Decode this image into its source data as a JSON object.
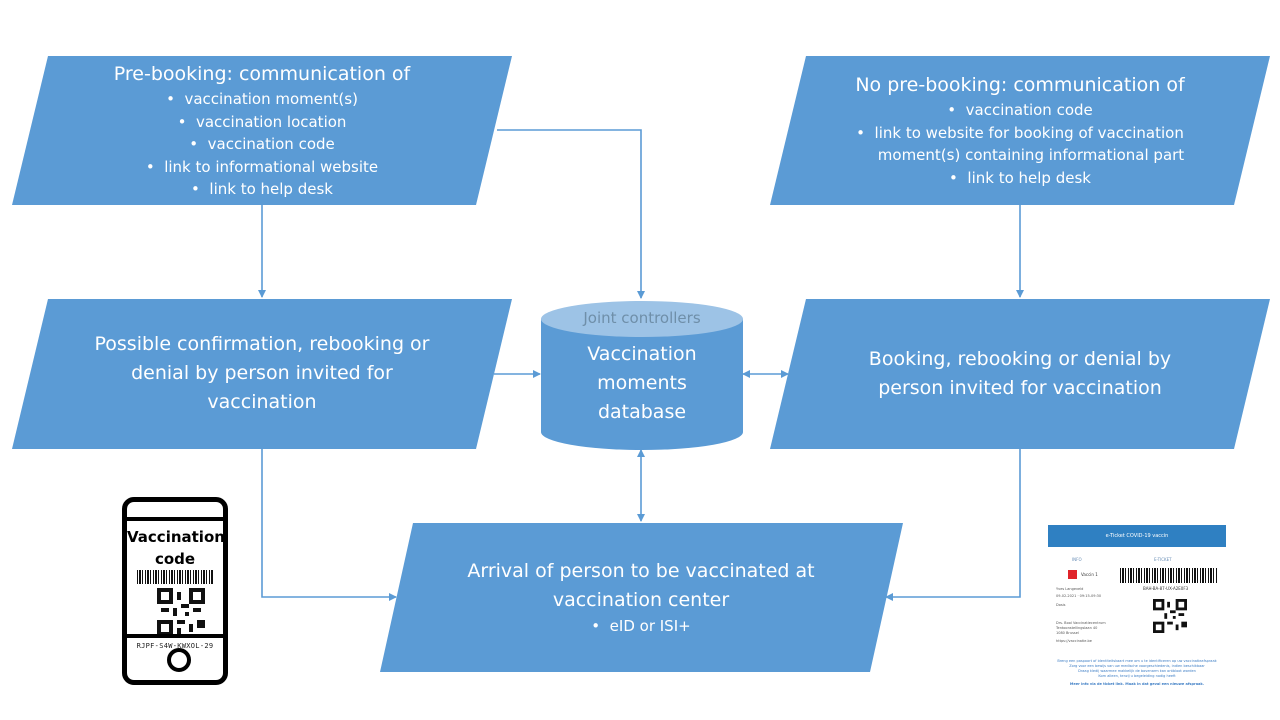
{
  "colors": {
    "shape_fill": "#5b9bd5",
    "connector": "#5b9bd5",
    "db_top": "#9dc3e6"
  },
  "prebooking": {
    "title": "Pre-booking: communication of",
    "items": [
      "vaccination moment(s)",
      "vaccination location",
      "vaccination code",
      "link to informational website",
      "link to help desk"
    ]
  },
  "noprebooking": {
    "title": "No pre-booking: communication of",
    "items": [
      "vaccination code",
      "link to website for booking of vaccination",
      "link to help desk"
    ],
    "item2_continuation": "moment(s) containing informational part"
  },
  "confirmation": {
    "lines": [
      "Possible confirmation, rebooking or",
      "denial by person invited for",
      "vaccination"
    ]
  },
  "booking": {
    "lines": [
      "Booking, rebooking or denial by",
      "person invited for vaccination"
    ]
  },
  "database": {
    "top_label": "Joint controllers",
    "lines": [
      "Vaccination",
      "moments",
      "database"
    ]
  },
  "arrival": {
    "lines": [
      "Arrival of person to be vaccinated at",
      "vaccination center"
    ],
    "items": [
      "eID or ISI+"
    ]
  },
  "phone": {
    "title_lines": [
      "Vaccination",
      "code"
    ],
    "code_text": "RJPF-S4W-KWXOL-29",
    "icon": "smartphone-icon"
  },
  "ticket": {
    "header": "e-Ticket COVID-19 vaccin",
    "info_label": "INFO",
    "eticket_label": "E-TICKET",
    "vaccine_name": "Vaccin 1",
    "barcode_number": "BAH-BA-87-UX-A2E0F3",
    "details": [
      "Yves Langeveld",
      "09-02-2021 · 09:15-09:30",
      "Dosis",
      "Drs. Bool Vaccinatiecentrum",
      "Tentoonstellingslaan 40",
      "1080 Brussel",
      "https://vaccinatie.be"
    ],
    "footer_lines": [
      "Breng een paspoort of identiteitskaart mee om u te identificeren op uw vaccinatieafspraak",
      "Zorg voor een bewijs van uw medische voorgeschiedenis, indien beschikbaar",
      "Draag kledij waarmee makkelijk de bovenarm kan ontbloot worden",
      "Kom alleen, tenzij u begeleiding nodig heeft"
    ],
    "bottom_line": "Meer info via de ticket link. Maak in dat geval een nieuwe afspraak."
  }
}
